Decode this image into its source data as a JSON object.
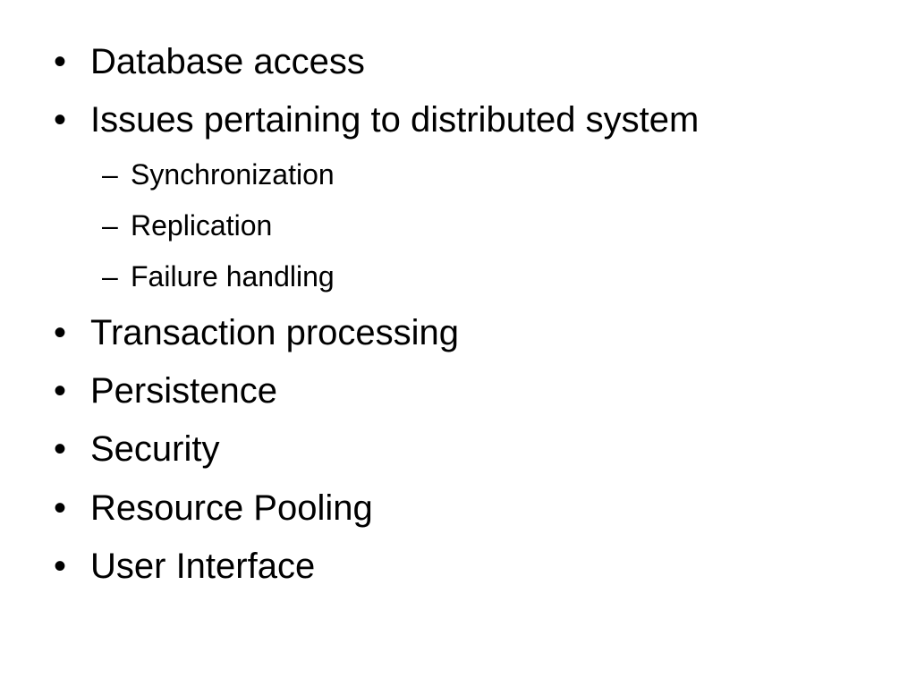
{
  "slide": {
    "bullets": [
      {
        "marker": "•",
        "text": "Database access"
      },
      {
        "marker": "•",
        "text": "Issues pertaining to distributed system",
        "subitems": [
          {
            "marker": "–",
            "text": "Synchronization"
          },
          {
            "marker": "–",
            "text": "Replication"
          },
          {
            "marker": "–",
            "text": "Failure handling"
          }
        ]
      },
      {
        "marker": "•",
        "text": "Transaction processing"
      },
      {
        "marker": "•",
        "text": "Persistence"
      },
      {
        "marker": "•",
        "text": "Security"
      },
      {
        "marker": "•",
        "text": "Resource Pooling"
      },
      {
        "marker": "•",
        "text": "User Interface"
      }
    ]
  }
}
